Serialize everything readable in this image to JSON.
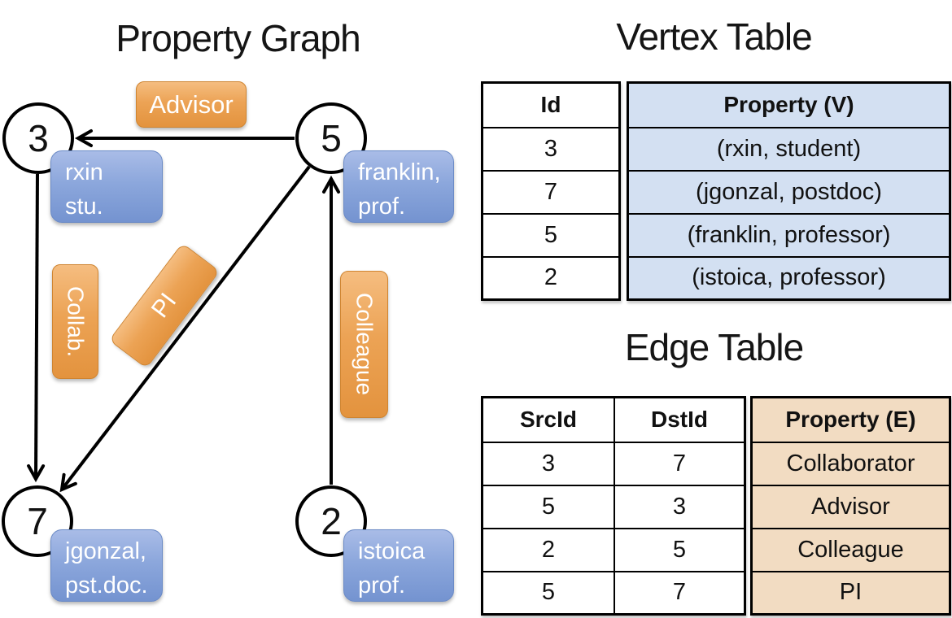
{
  "titles": {
    "graph": "Property Graph",
    "vertex": "Vertex Table",
    "edge": "Edge Table"
  },
  "graph": {
    "nodes": {
      "n3": {
        "id": "3",
        "property_line1": "rxin",
        "property_line2": "stu."
      },
      "n5": {
        "id": "5",
        "property_line1": "franklin,",
        "property_line2": "prof."
      },
      "n7": {
        "id": "7",
        "property_line1": "jgonzal,",
        "property_line2": "pst.doc."
      },
      "n2": {
        "id": "2",
        "property_line1": "istoica",
        "property_line2": "prof."
      }
    },
    "edge_labels": {
      "advisor": "Advisor",
      "collab": "Collab.",
      "pi": "PI",
      "colleague": "Colleague"
    }
  },
  "vertex_table": {
    "headers": {
      "id": "Id",
      "property": "Property (V)"
    },
    "rows": [
      {
        "id": "3",
        "property": "(rxin, student)"
      },
      {
        "id": "7",
        "property": "(jgonzal, postdoc)"
      },
      {
        "id": "5",
        "property": "(franklin, professor)"
      },
      {
        "id": "2",
        "property": "(istoica, professor)"
      }
    ]
  },
  "edge_table": {
    "headers": {
      "src": "SrcId",
      "dst": "DstId",
      "property": "Property (E)"
    },
    "rows": [
      {
        "src": "3",
        "dst": "7",
        "property": "Collaborator"
      },
      {
        "src": "5",
        "dst": "3",
        "property": "Advisor"
      },
      {
        "src": "2",
        "dst": "5",
        "property": "Colleague"
      },
      {
        "src": "5",
        "dst": "7",
        "property": "PI"
      }
    ]
  },
  "colors": {
    "vertex_property_bg": "#d3e0f2",
    "edge_property_bg": "#f2dcc2",
    "edge_label_orange": "#eca355",
    "vertex_box_blue": "#8ca7dc",
    "line_black": "#000000"
  }
}
